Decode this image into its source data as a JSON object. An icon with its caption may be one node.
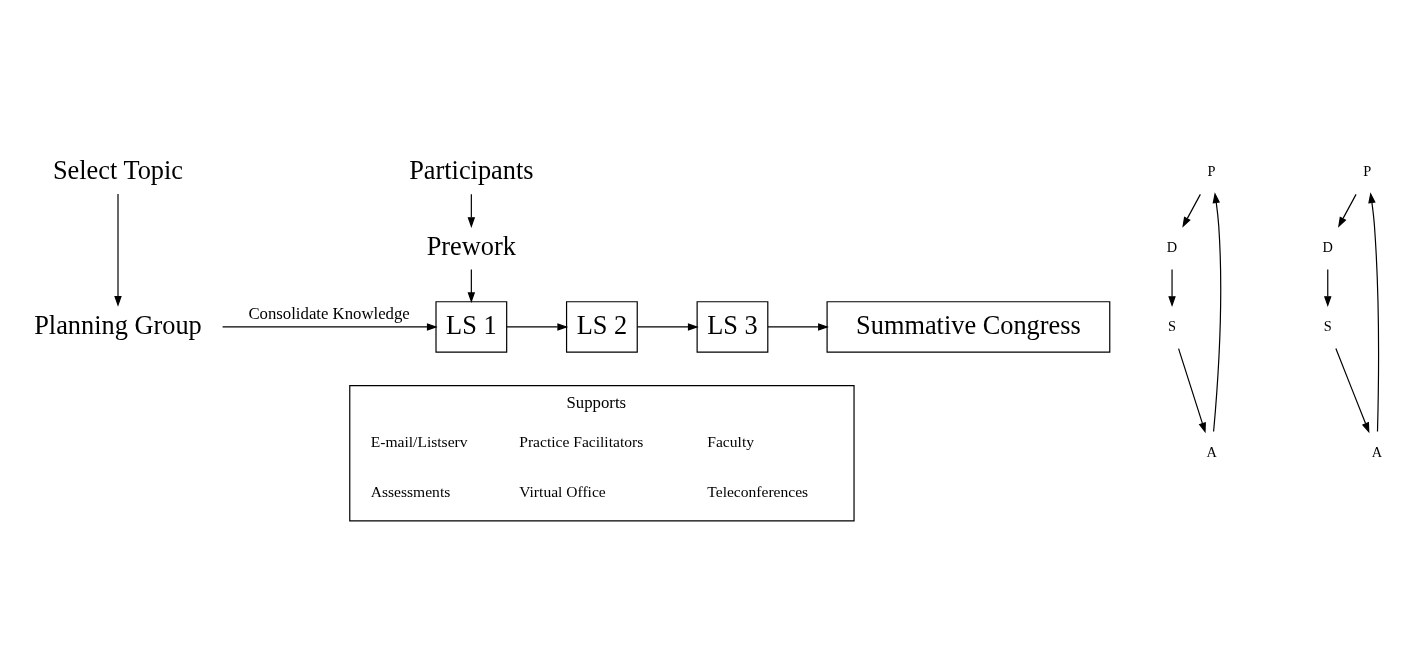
{
  "diagram": {
    "nodes": [
      {
        "text": [
          "Participants"
        ]
      },
      {
        "text": [
          "Select Topic"
        ]
      },
      {
        "text": [
          "Prework"
        ]
      },
      {
        "text": [
          "Planning Group"
        ]
      },
      {
        "text": [
          "LS 1"
        ]
      },
      {
        "text": [
          "LS 2"
        ]
      },
      {
        "text": [
          "LS 3"
        ]
      },
      {
        "text": [
          "Summative Congress"
        ]
      },
      {
        "text": [
          "Supports",
          "E-mail/Listserv",
          "Practice Facilitators",
          "Faculty",
          "Assessments",
          "Virtual Office",
          "Teleconferences"
        ]
      },
      {
        "text": [
          "P"
        ]
      },
      {
        "text": [
          "D"
        ]
      },
      {
        "text": [
          "S"
        ]
      },
      {
        "text": [
          "A"
        ]
      },
      {
        "text": [
          "P"
        ]
      },
      {
        "text": [
          "D"
        ]
      },
      {
        "text": [
          "S"
        ]
      },
      {
        "text": [
          "A"
        ]
      }
    ],
    "edges": [
      {
        "from": 0,
        "to": 2,
        "arrow": "to"
      },
      {
        "from": 1,
        "to": 3,
        "arrow": "to"
      },
      {
        "from": 3,
        "to": 4,
        "label": "Consolidate Knowledge",
        "arrow": "to"
      },
      {
        "from": 2,
        "to": 4,
        "arrow": "to"
      },
      {
        "from": 4,
        "to": 5,
        "arrow": "to"
      },
      {
        "from": 5,
        "to": 6,
        "arrow": "to"
      },
      {
        "from": 6,
        "to": 7,
        "arrow": "to"
      },
      {
        "from": 9,
        "to": 10,
        "arrow": "to"
      },
      {
        "from": 10,
        "to": 11,
        "arrow": "to"
      },
      {
        "from": 11,
        "to": 12,
        "arrow": "to"
      },
      {
        "from": 12,
        "to": 9,
        "arrow": "to"
      },
      {
        "from": 13,
        "to": 14,
        "arrow": "to"
      },
      {
        "from": 14,
        "to": 15,
        "arrow": "to"
      },
      {
        "from": 15,
        "to": 16,
        "arrow": "to"
      },
      {
        "from": 16,
        "to": 13,
        "arrow": "to"
      }
    ]
  }
}
